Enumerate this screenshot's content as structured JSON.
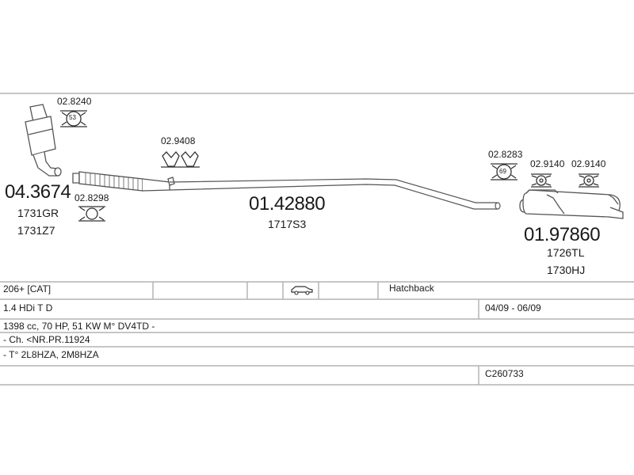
{
  "parts": {
    "catalyst": {
      "code": "04.3674",
      "ref1": "1731GR",
      "ref2": "1731Z7"
    },
    "clamp_catalyst": {
      "code": "02.8240",
      "badge": "53"
    },
    "clamp_front": {
      "code": "02.8298"
    },
    "hanger_front": {
      "code": "02.9408"
    },
    "middle_pipe": {
      "code": "01.42880",
      "ref": "1717S3"
    },
    "clamp_rear": {
      "code": "02.8283",
      "badge": "69"
    },
    "hanger_rear_1": {
      "code": "02.9140"
    },
    "hanger_rear_2": {
      "code": "02.9140"
    },
    "rear_silencer": {
      "code": "01.97860",
      "ref1": "1726TL",
      "ref2": "1730HJ"
    }
  },
  "vehicle": {
    "model": "206+  [CAT]",
    "body": "Hatchback",
    "engine": "1.4 HDi T D",
    "period": "04/09 - 06/09",
    "spec": "1398 cc, 70 HP, 51 KW M° DV4TD -",
    "chassis": "- Ch. <NR.PR.11924",
    "type": "- T° 2L8HZA, 2M8HZA",
    "catalog": "C260733"
  },
  "icons": {
    "car": "car-icon"
  },
  "colors": {
    "line": "#b4b4b4",
    "ink": "#1a1a1a",
    "part": "#555555"
  }
}
